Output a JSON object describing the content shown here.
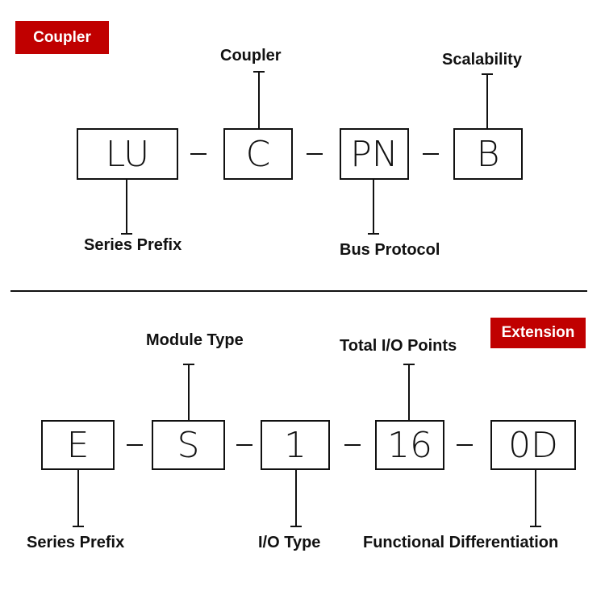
{
  "coupler": {
    "badge": "Coupler",
    "codes": [
      "LU",
      "C",
      "PN",
      "B"
    ],
    "labels": {
      "series_prefix": "Series Prefix",
      "coupler": "Coupler",
      "bus_protocol": "Bus Protocol",
      "scalability": "Scalability"
    }
  },
  "extension": {
    "badge": "Extension",
    "codes": [
      "E",
      "S",
      "1",
      "16",
      "0D"
    ],
    "labels": {
      "series_prefix": "Series Prefix",
      "module_type": "Module Type",
      "io_type": "I/O Type",
      "total_io_points": "Total I/O Points",
      "functional_differentiation": "Functional Differentiation"
    }
  },
  "colors": {
    "badge_bg": "#c00000",
    "badge_text": "#ffffff",
    "line": "#111111"
  }
}
